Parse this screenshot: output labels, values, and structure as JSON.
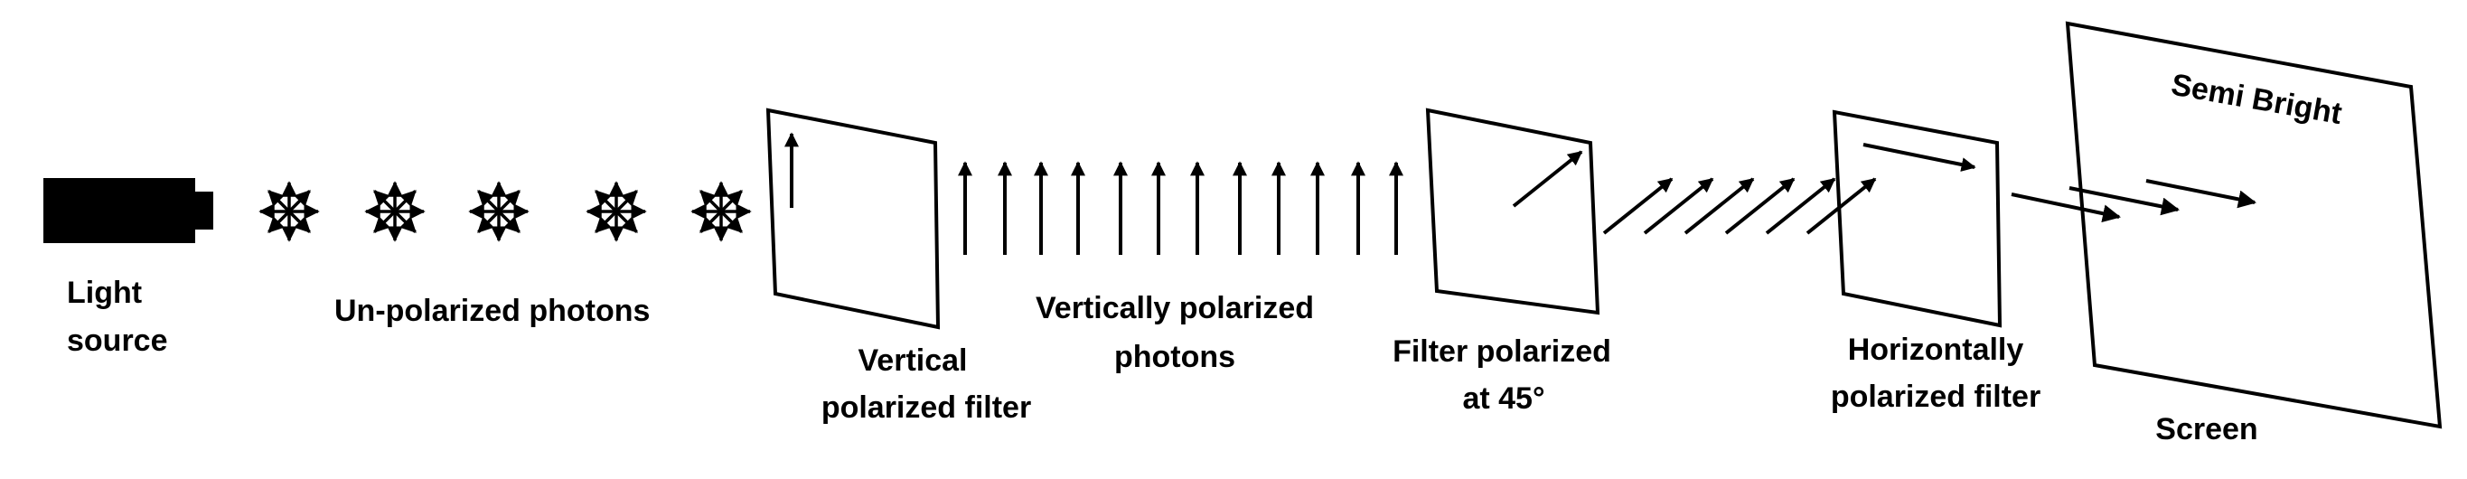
{
  "colors": {
    "ink": "#000000",
    "paper": "#ffffff"
  },
  "labels": {
    "light_source": [
      "Light",
      "source"
    ],
    "unpolarized": "Un-polarized photons",
    "vertical_filter": [
      "Vertical",
      "polarized filter"
    ],
    "vertical_photons": [
      "Vertically polarized",
      "photons"
    ],
    "filter_45": [
      "Filter polarized",
      "at 45°"
    ],
    "horizontal_filter": [
      "Horizontally",
      "polarized filter"
    ],
    "screen": "Screen",
    "screen_text": "Semi Bright"
  },
  "icons": {
    "light_source": "flashlight-icon",
    "unpolarized_photon": "asterisk-photon-icon",
    "polarization_arrow": "arrow-icon"
  }
}
